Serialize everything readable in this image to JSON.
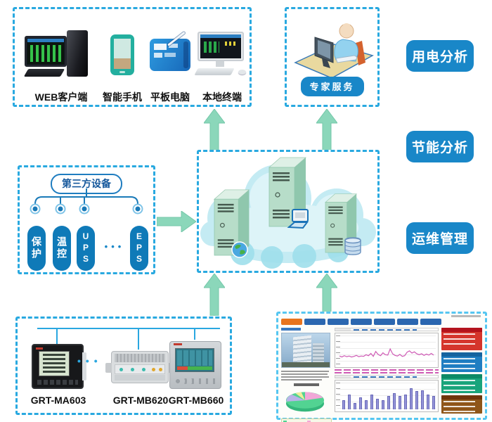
{
  "palette": {
    "dashed_border": "#29a9e0",
    "screenshot_border": "#55c6f1",
    "button_blue": "#1987c8",
    "pill_blue": "#0f7ab8",
    "pill_text_blue": "#15589c",
    "arrow_green": "#8bd7ba",
    "bus_line_blue": "#2aa7e0",
    "cloud_fill": "#c4ebf3",
    "server_green": "#b7ddc9"
  },
  "clients": {
    "devices": [
      {
        "label": "WEB客户端",
        "icon": "desktop-computer-icon"
      },
      {
        "label": "智能手机",
        "icon": "smartphone-icon"
      },
      {
        "label": "平板电脑",
        "icon": "tablet-icon"
      },
      {
        "label": "本地终端",
        "icon": "local-terminal-icon"
      }
    ]
  },
  "expert": {
    "label": "专家服务",
    "icon": "person-at-computer-icon"
  },
  "side_labels": [
    {
      "label": "用电分析"
    },
    {
      "label": "节能分析"
    },
    {
      "label": "运维管理"
    }
  ],
  "third_party": {
    "title": "第三方设备",
    "items": [
      "保护",
      "温控",
      "UPS",
      "EPS"
    ],
    "ellipsis": "•••"
  },
  "cloud": {
    "servers": [
      {
        "badge": "globe-icon"
      },
      {
        "badge": "terminal-icon"
      },
      {
        "badge": "database-icon"
      }
    ]
  },
  "meters": {
    "devices": [
      {
        "model": "GRT-MA603"
      },
      {
        "model": "GRT-MB620"
      },
      {
        "model": "GRT-MB660"
      }
    ],
    "ellipsis": "•••"
  },
  "dashboard": {
    "nav": {
      "tabs": [
        {
          "color": "#e8741e"
        },
        {
          "color": "#2b67b0"
        },
        {
          "color": "#2b67b0"
        },
        {
          "color": "#2b67b0"
        },
        {
          "color": "#2b67b0"
        },
        {
          "color": "#2b67b0"
        },
        {
          "color": "#2b67b0"
        }
      ]
    },
    "pie": {
      "slices": [
        {
          "name": "green",
          "color": "#52d392"
        },
        {
          "name": "pink",
          "color": "#f2a7d8"
        },
        {
          "name": "lavender",
          "color": "#b9b3e8"
        },
        {
          "name": "yellow",
          "color": "#f0ee9a"
        },
        {
          "name": "depth",
          "color": "#35b77c"
        }
      ]
    },
    "legend_colors": [
      "#4ed492",
      "#f2a7d8",
      "#f0ee9a",
      "#8fa7e8"
    ],
    "line_chart": {
      "color": "#cf5ab5",
      "points": [
        0.3,
        0.27,
        0.31,
        0.28,
        0.3,
        0.27,
        0.29,
        0.32,
        0.28,
        0.3,
        0.29,
        0.34,
        0.31,
        0.38,
        0.29,
        0.44,
        0.35,
        0.31,
        0.4,
        0.34,
        0.33,
        0.52,
        0.37,
        0.32,
        0.3,
        0.35,
        0.29,
        0.31,
        0.42,
        0.46,
        0.39,
        0.43,
        0.37,
        0.34,
        0.37,
        0.32,
        0.36,
        0.33,
        0.38,
        0.33
      ]
    },
    "bar_chart": {
      "color": "#9393d8",
      "values": [
        0.35,
        0.55,
        0.25,
        0.45,
        0.35,
        0.55,
        0.4,
        0.35,
        0.5,
        0.6,
        0.5,
        0.55,
        0.78,
        0.68,
        0.72,
        0.55,
        0.5
      ]
    },
    "panels": [
      {
        "name": "red-stats",
        "header_color": "#b3121b",
        "body_color": "#d5352c",
        "rows": 3,
        "height": 32
      },
      {
        "name": "blue-stats",
        "header_color": "#15639f",
        "body_color": "#1f7ec2",
        "rows": 3,
        "height": 28
      },
      {
        "name": "green-stats",
        "header_color": "#0d8a66",
        "body_color": "#19a47b",
        "rows": 3,
        "height": 27
      },
      {
        "name": "brown-stats",
        "header_color": "#70350c",
        "body_color": "#8f5619",
        "rows": 3,
        "height": 26
      }
    ]
  }
}
